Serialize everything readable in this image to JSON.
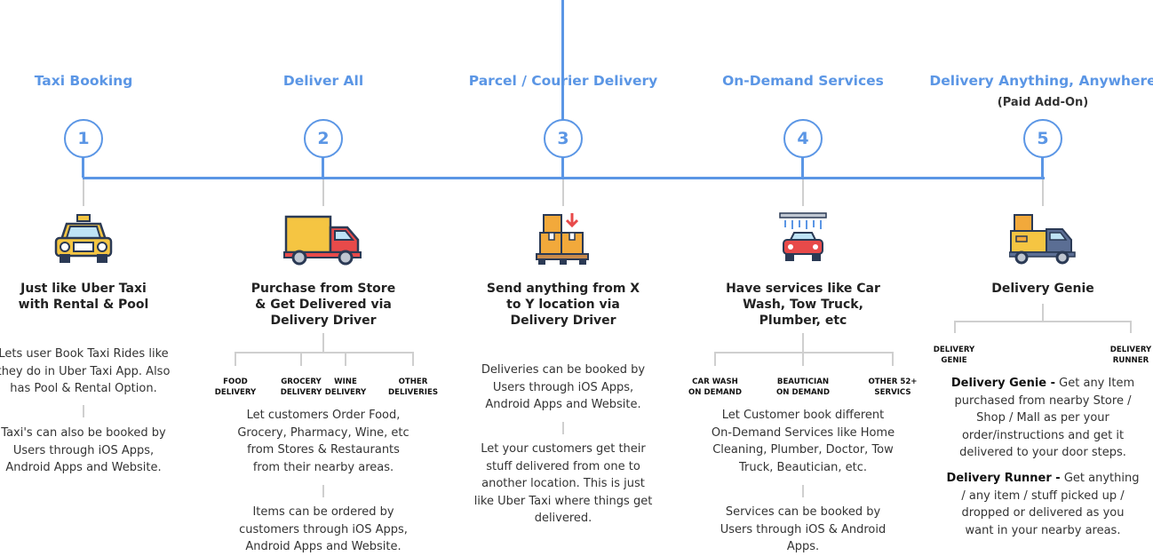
{
  "colors": {
    "accent": "#5b96e5",
    "connector": "#cfcfcf",
    "text": "#333333"
  },
  "columns": [
    {
      "title": "Taxi Booking",
      "number": "1",
      "icon": "taxi-icon",
      "heading": "Just like Uber Taxi\nwith Rental & Pool",
      "paragraphs": [
        "Lets user Book Taxi Rides like\nthey do in Uber Taxi App. Also\nhas Pool & Rental Option.",
        "Taxi's can also be booked by\nUsers through iOS Apps,\nAndroid Apps and Website."
      ]
    },
    {
      "title": "Deliver All",
      "number": "2",
      "icon": "delivery-truck-icon",
      "heading": "Purchase from Store\n& Get Delivered via\nDelivery Driver",
      "categories": [
        "FOOD\nDELIVERY",
        "GROCERY\nDELIVERY",
        "WINE\nDELIVERY",
        "OTHER\nDELIVERIES"
      ],
      "paragraphs": [
        "Let customers Order Food,\nGrocery, Pharmacy, Wine, etc\nfrom Stores & Restaurants\nfrom their nearby areas.",
        "Items can be ordered by\ncustomers through iOS Apps,\nAndroid Apps and Website."
      ]
    },
    {
      "title": "Parcel / Courier Delivery",
      "number": "3",
      "icon": "parcel-boxes-icon",
      "heading": "Send anything from X\nto Y location via\nDelivery Driver",
      "paragraphs": [
        "Deliveries can be booked by\nUsers through iOS Apps,\nAndroid Apps and Website.",
        "Let your customers get their\nstuff delivered from one to\nanother location. This is just\nlike Uber Taxi where things get\ndelivered."
      ]
    },
    {
      "title": "On-Demand Services",
      "number": "4",
      "icon": "car-wash-icon",
      "heading": "Have services like Car\nWash, Tow Truck,\nPlumber, etc",
      "categories": [
        "CAR WASH\nON DEMAND",
        "BEAUTICIAN\nON DEMAND",
        "OTHER 52+\nSERVICS"
      ],
      "paragraphs": [
        "Let Customer book different\nOn-Demand Services like Home\nCleaning, Plumber, Doctor, Tow\nTruck, Beautician, etc.",
        "Services can be booked by\nUsers through iOS & Android\nApps."
      ]
    },
    {
      "title": "Delivery Anything, Anywhere",
      "subtitle": "(Paid Add-On)",
      "number": "5",
      "icon": "delivery-genie-truck-icon",
      "heading": "Delivery Genie",
      "categories": [
        "DELIVERY\nGENIE",
        "DELIVERY\nRUNNER"
      ],
      "rich": [
        {
          "lead": "Delivery Genie -",
          "text": " Get any Item\npurchased from nearby Store /\nShop / Mall as per your\norder/instructions and get it\ndelivered to your door steps."
        },
        {
          "lead": "Delivery Runner -",
          "text": " Get anything\n/ any item / stuff picked up /\ndropped or delivered as you\nwant in your nearby areas."
        }
      ]
    }
  ]
}
